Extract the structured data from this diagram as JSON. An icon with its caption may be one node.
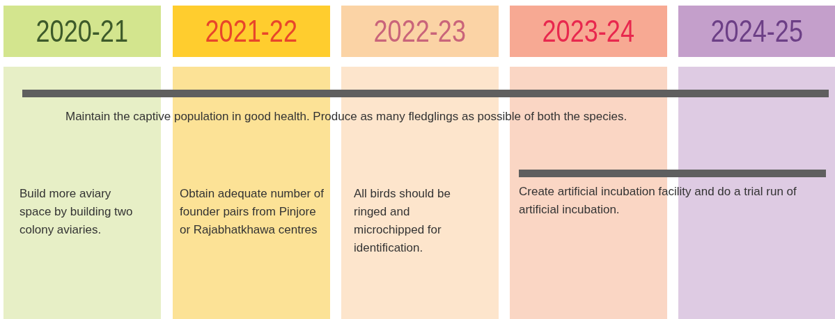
{
  "diagram": {
    "nodes": [
      {
        "text": [
          "2020-21"
        ]
      },
      {
        "text": [
          "2021-22"
        ]
      },
      {
        "text": [
          "2022-23"
        ]
      },
      {
        "text": [
          "2023-24"
        ]
      },
      {
        "text": [
          "2024-25"
        ]
      },
      {
        "text": [
          "Build  more aviary space by building two colony aviaries."
        ]
      },
      {
        "text": [
          "Obtain adequate number of founder pairs from Pinjore or Rajabhatkhawa centres"
        ]
      },
      {
        "text": [
          "All birds should be ringed and microchipped for identification."
        ]
      },
      {
        "text": [],
        "shape": "bar"
      },
      {
        "text": [],
        "shape": "bar"
      }
    ],
    "edges": [],
    "labels": [
      "Maintain the captive population in good health. Produce as many fledglings as possible of both the species.",
      "Create artificial incubation facility and do a trial run of artificial incubation."
    ]
  }
}
